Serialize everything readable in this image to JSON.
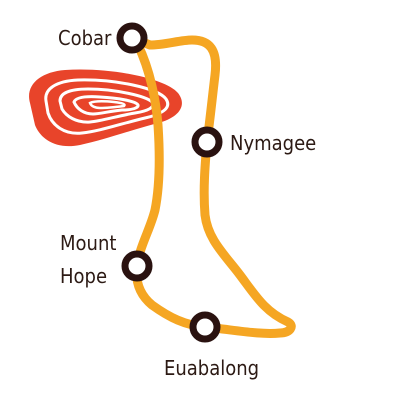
{
  "map": {
    "colors": {
      "route": "#f5a623",
      "town_marker_ring": "#2a1210",
      "town_marker_fill": "#ffffff",
      "mine_symbol": "#e8442a",
      "text": "#2c1a14",
      "background": "#ffffff"
    },
    "mine_icon": "concentric-contour-rings-icon",
    "towns": [
      {
        "id": "cobar",
        "label": "Cobar"
      },
      {
        "id": "nymagee",
        "label": "Nymagee"
      },
      {
        "id": "mount-hope",
        "label_line1": "Mount",
        "label_line2": "Hope"
      },
      {
        "id": "euabalong",
        "label": "Euabalong"
      }
    ]
  }
}
